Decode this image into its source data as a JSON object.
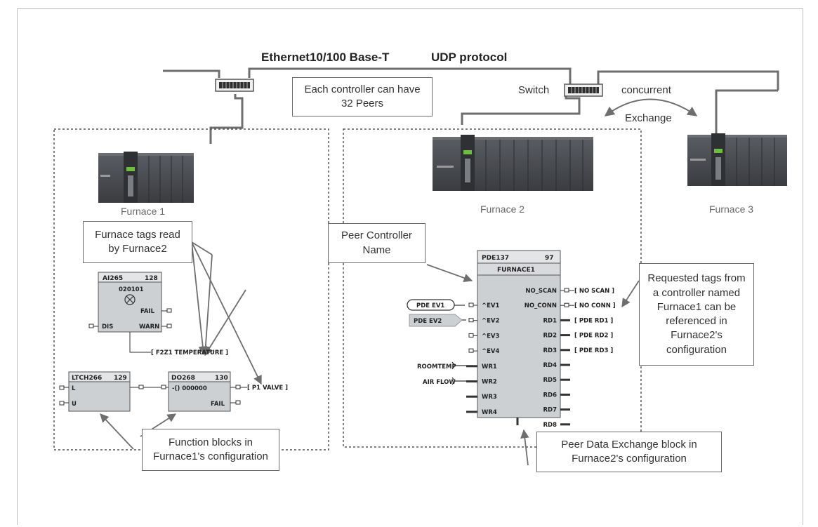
{
  "network": {
    "ethernet_label": "Ethernet10/100 Base-T",
    "protocol_label": "UDP protocol",
    "switch_label": "Switch",
    "concurrent_label": "concurrent",
    "exchange_label": "Exchange",
    "peers_note": "Each controller can have 32 Peers"
  },
  "furnaces": {
    "f1": "Furnace 1",
    "f2": "Furnace 2",
    "f3": "Furnace 3"
  },
  "callouts": {
    "furnace_tags": "Furnace tags read by Furnace2",
    "function_blocks": "Function blocks in Furnace1's configuration",
    "peer_controller": "Peer Controller Name",
    "pde_block": "Peer Data Exchange block in Furnace2's configuration",
    "requested_tags": "Requested tags from a controller named Furnace1 can be referenced in Furnace2's configuration"
  },
  "ai_block": {
    "name": "AI265",
    "num": "128",
    "addr": "020101",
    "fail": "FAIL",
    "dis": "DIS",
    "warn": "WARN",
    "tag": "[ F2Z1 TEMPERATURE ]"
  },
  "ltch_block": {
    "name": "LTCH266",
    "num": "129",
    "l": "L",
    "u": "U"
  },
  "do_block": {
    "name": "DO268",
    "num": "130",
    "state": "-() 000000",
    "fail": "FAIL",
    "tag": "[ P1 VALVE ]"
  },
  "pde_block": {
    "name": "PDE137",
    "num": "97",
    "controller": "FURNACE1",
    "left_pins": [
      "^EV1",
      "^EV2",
      "^EV3",
      "^EV4",
      "WR1",
      "WR2",
      "WR3",
      "WR4"
    ],
    "right_pins": [
      "NO_SCAN",
      "NO_CONN",
      "RD1",
      "RD2",
      "RD3",
      "RD4",
      "RD5",
      "RD6",
      "RD7",
      "RD8"
    ],
    "right_tags": [
      "[ NO SCAN ]",
      "[ NO CONN ]",
      "[ PDE RD1 ]",
      "[ PDE RD2 ]",
      "[ PDE RD3 ]"
    ],
    "ev1_input": "PDE EV1",
    "ev2_input": "PDE EV2",
    "wr1_input": "ROOMTEMP",
    "wr2_input": "AIR FLOW"
  },
  "colors": {
    "line": "#6e6e6e",
    "block_fill": "#cdd0d3",
    "block_head": "#e3e5e7",
    "controller_body": "#4a4d52",
    "controller_dark": "#2e3034"
  }
}
